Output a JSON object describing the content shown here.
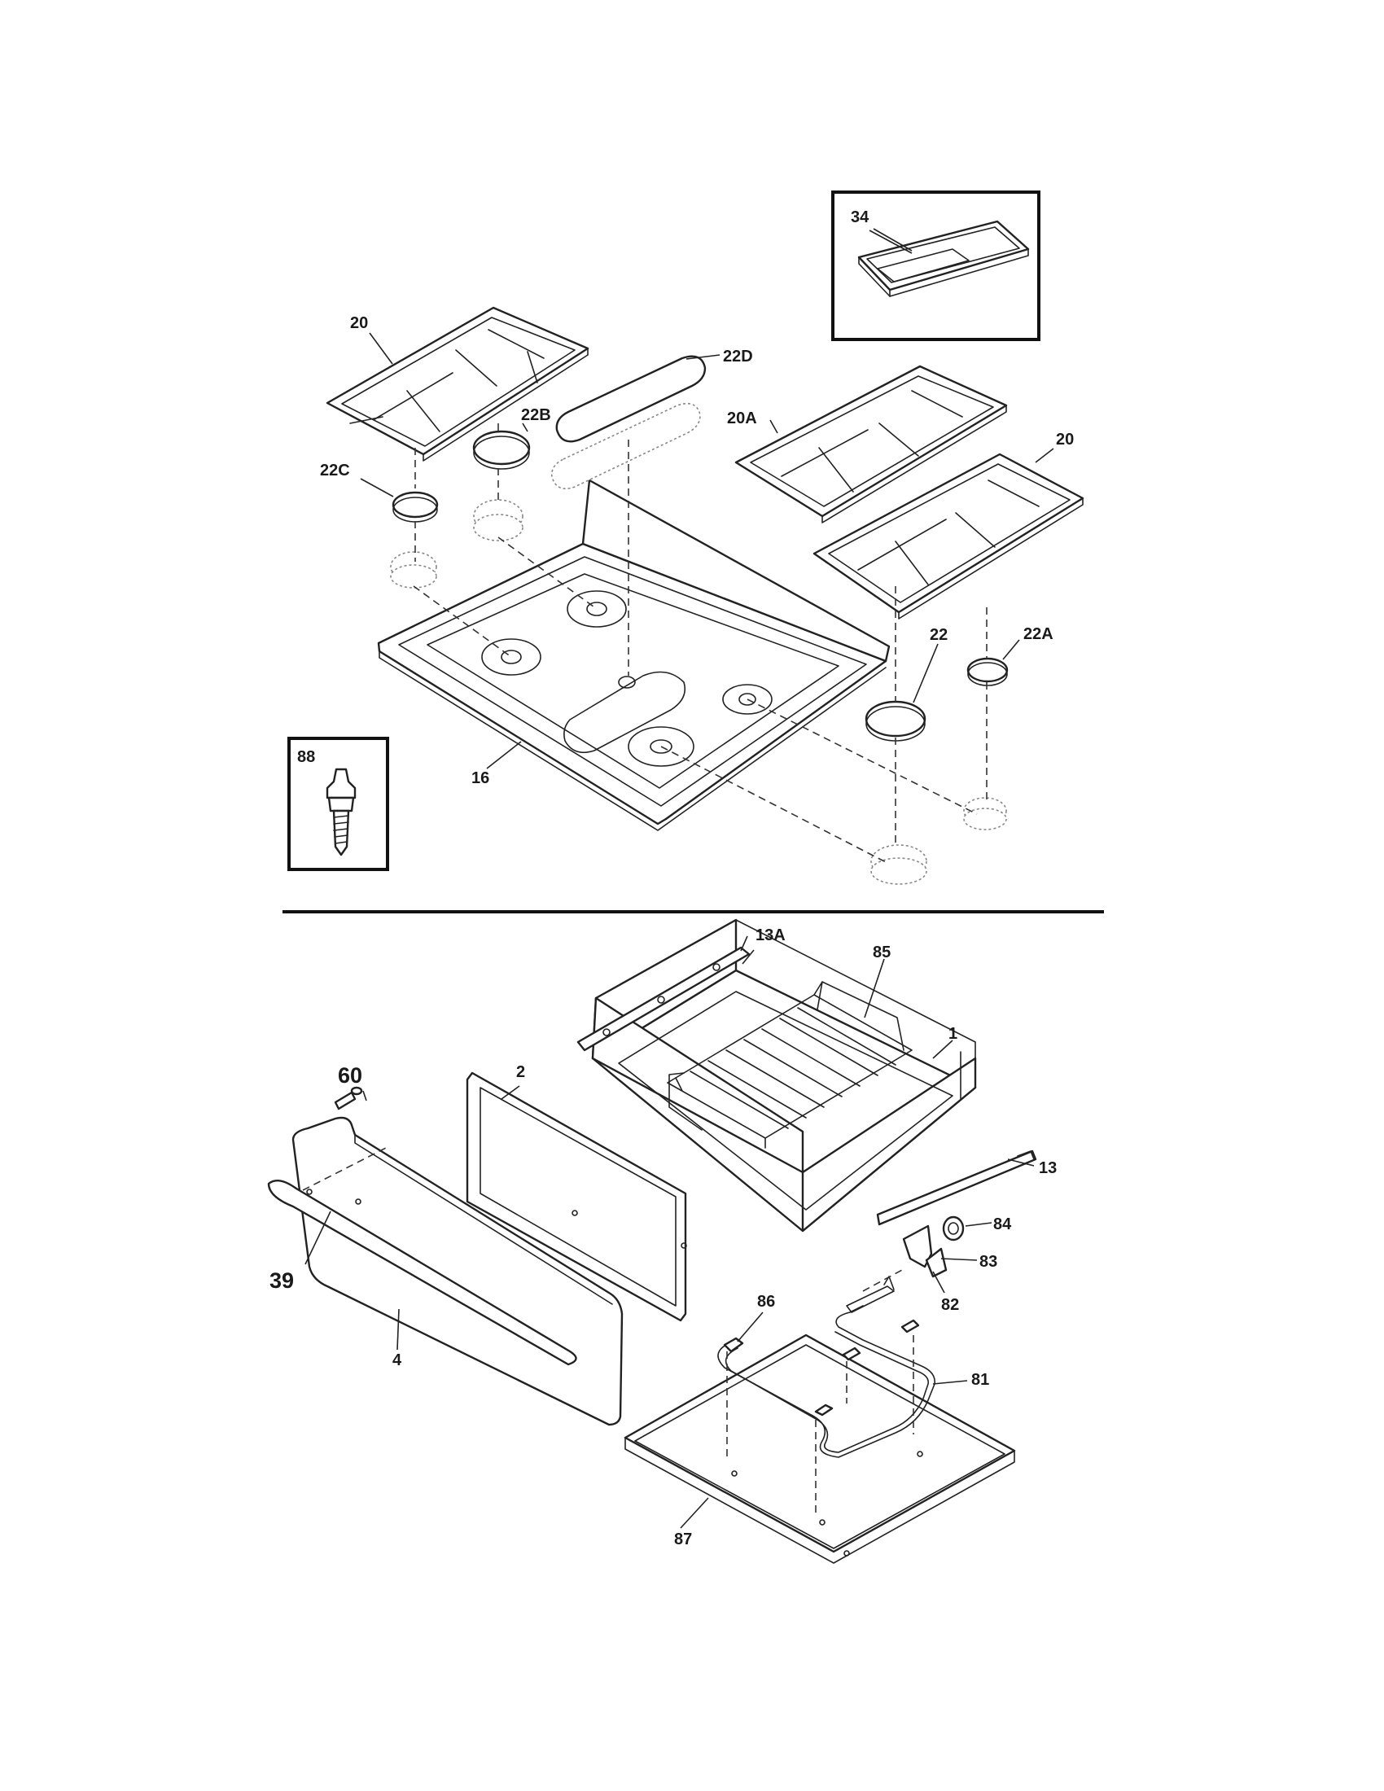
{
  "labels": {
    "p34": "34",
    "p20_left": "20",
    "p22d": "22D",
    "p22b": "22B",
    "p20a": "20A",
    "p20_right": "20",
    "p22c": "22C",
    "p22": "22",
    "p22a": "22A",
    "p88": "88",
    "p16": "16",
    "p13a": "13A",
    "p85": "85",
    "p1": "1",
    "p60": "60",
    "p2": "2",
    "p13": "13",
    "p84": "84",
    "p83": "83",
    "p39": "39",
    "p82": "82",
    "p86": "86",
    "p4": "4",
    "p81": "81",
    "p87": "87"
  }
}
